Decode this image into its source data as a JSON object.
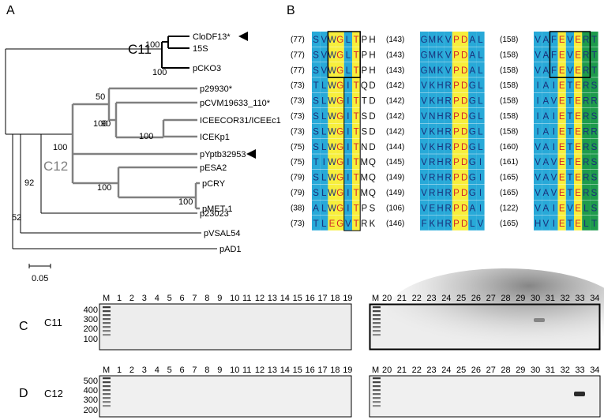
{
  "panels": {
    "a": "A",
    "b": "B",
    "c": "C",
    "d": "D"
  },
  "tree": {
    "clade_c11": "C11",
    "clade_c12": "C12",
    "scale_label": "0.05",
    "taxa": [
      "CloDF13*",
      "15S",
      "pCKO3",
      "p29930*",
      "pCVM19633_110*",
      "ICEECOR31/ICEEc1",
      "ICEKp1",
      "pYptb32953",
      "pESA2",
      "pCRY",
      "pMET-1",
      "p23023",
      "pVSAL54",
      "pAD1"
    ],
    "bootstraps": [
      "100",
      "100",
      "50",
      "90",
      "100",
      "100",
      "100",
      "100",
      "100",
      "92",
      "52"
    ]
  },
  "alignment": {
    "block1": {
      "starts": [
        "(77)",
        "(77)",
        "(77)",
        "(73)",
        "(73)",
        "(73)",
        "(73)",
        "(75)",
        "(75)",
        "(79)",
        "(79)",
        "(38)",
        "(73)"
      ],
      "seqs": [
        "SVWGLTPH",
        "SVWGLTPH",
        "SVWGLTPH",
        "TLWGITQD",
        "SLWGITTD",
        "SLWGITSD",
        "SLWGITSD",
        "SLWGITND",
        "TIWGITMQ",
        "SLWGITMQ",
        "SLWGITMQ",
        "ALWGITPS",
        "TLEGVTRK"
      ]
    },
    "block2": {
      "starts": [
        "(143)",
        "(143)",
        "(143)",
        "(142)",
        "(142)",
        "(142)",
        "(142)",
        "(144)",
        "(145)",
        "(149)",
        "(149)",
        "(106)",
        "(146)"
      ],
      "seqs": [
        "GMKVPDAL",
        "GMKVPDAL",
        "GMKVPDAL",
        "VKHRPDGL",
        "VKHRPDGL",
        "VNHRPDGL",
        "VKHRPDGL",
        "VKHRPDGL",
        "VRHRPDGI",
        "VRHRPDGI",
        "VRHRPDGI",
        "VEHRPDAI",
        "FKHRPDLV"
      ]
    },
    "block3": {
      "starts": [
        "(158)",
        "(158)",
        "(158)",
        "(158)",
        "(158)",
        "(158)",
        "(158)",
        "(160)",
        "(161)",
        "(165)",
        "(165)",
        "(122)",
        "(165)"
      ],
      "seqs": [
        "VAFEVERT",
        "VAFEVERT",
        "VAFEVERT",
        "IAIETERS",
        "IAVETERR",
        "IAIETERS",
        "IAIETERR",
        "VAIETERS",
        "VAVETERS",
        "VAVETERS",
        "VAVETERS",
        "VAIEVELS",
        "HVIETELT"
      ]
    }
  },
  "gels": {
    "marker": "M",
    "top_lanes_left": [
      "1",
      "2",
      "3",
      "4",
      "5",
      "6",
      "7",
      "8",
      "9",
      "10",
      "11",
      "12",
      "13",
      "14",
      "15",
      "16",
      "17",
      "18",
      "19"
    ],
    "top_lanes_right": [
      "20",
      "21",
      "22",
      "23",
      "24",
      "25",
      "26",
      "27",
      "28",
      "29",
      "30",
      "31",
      "32",
      "33",
      "34"
    ],
    "c_row_label": "C11",
    "c_ladder": [
      "400",
      "300",
      "200",
      "100"
    ],
    "d_row_label": "C12",
    "d_ladder": [
      "500",
      "400",
      "300",
      "200"
    ]
  },
  "colors": {
    "tree_black": "#000000",
    "tree_gray": "#808080",
    "blue": "#28a9d8",
    "yellow": "#f7ee3c",
    "green": "#1e9b4c",
    "letter_dark": "#1a2f7a",
    "letter_red": "#d2232a"
  }
}
